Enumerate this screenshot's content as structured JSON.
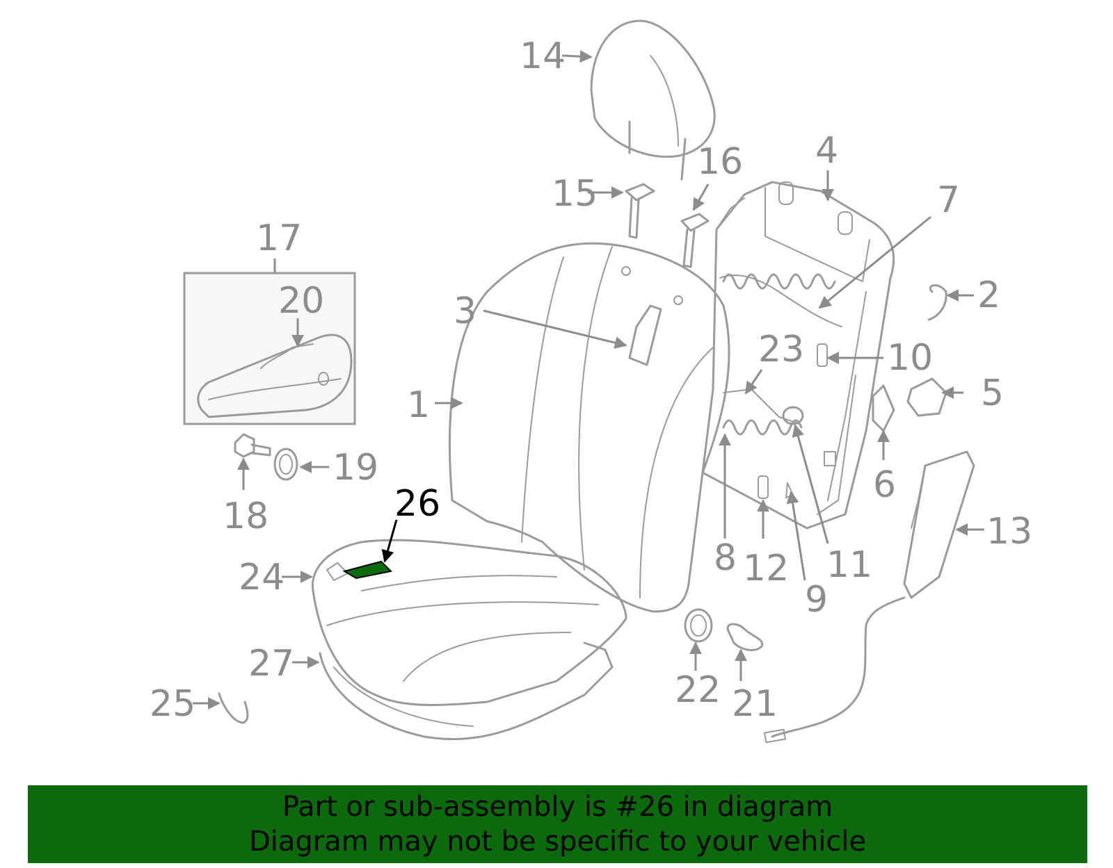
{
  "highlight_color": "#0b6a0b",
  "callouts": {
    "c1": "1",
    "c2": "2",
    "c3": "3",
    "c4": "4",
    "c5": "5",
    "c6": "6",
    "c7": "7",
    "c8": "8",
    "c9": "9",
    "c10": "10",
    "c11": "11",
    "c12": "12",
    "c13": "13",
    "c14": "14",
    "c15": "15",
    "c16": "16",
    "c17": "17",
    "c18": "18",
    "c19": "19",
    "c20": "20",
    "c21": "21",
    "c22": "22",
    "c23": "23",
    "c24": "24",
    "c25": "25",
    "c26": "26",
    "c27": "27"
  },
  "banner": {
    "line1": "Part or sub-assembly is #26 in diagram",
    "line2": "Diagram may not be specific to your vehicle"
  }
}
